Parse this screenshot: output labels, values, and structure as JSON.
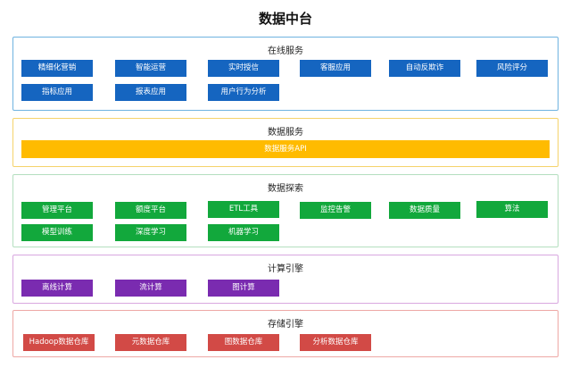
{
  "title": "数据中台",
  "layers": [
    {
      "title": "在线服务",
      "border_color": "#6fb3e0",
      "chip_color": "#1565c0",
      "chips": [
        "精细化营销",
        "智能运营",
        "实时授信",
        "客服应用",
        "自动反欺诈",
        "风险评分",
        "指标应用",
        "报表应用",
        "用户行为分析"
      ]
    },
    {
      "title": "数据服务",
      "border_color": "#f5d36b",
      "chip_color": "#ffbb00",
      "bar_label": "数据服务API"
    },
    {
      "title": "数据探索",
      "border_color": "#b4dfbf",
      "chip_color": "#12a83c",
      "chips": [
        "管理平台",
        "额度平台",
        "ETL工具",
        "监控告警",
        "数据质量",
        "算法",
        "模型训练",
        "深度学习",
        "机器学习"
      ]
    },
    {
      "title": "计算引擎",
      "border_color": "#d9a8e0",
      "chip_color": "#7a2bb0",
      "chips": [
        "离线计算",
        "流计算",
        "图计算"
      ]
    },
    {
      "title": "存储引擎",
      "border_color": "#eea8a5",
      "chip_color": "#d24a46",
      "chips": [
        "Hadoop数据仓库",
        "元数据仓库",
        "图数据仓库",
        "分析数据仓库"
      ]
    }
  ]
}
